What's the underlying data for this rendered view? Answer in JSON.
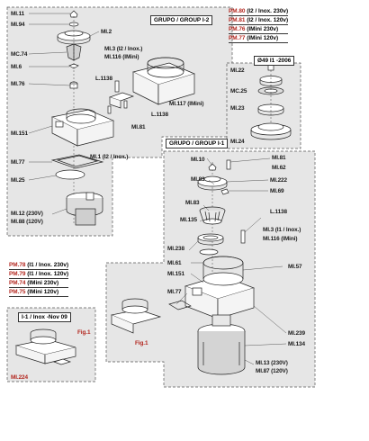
{
  "colors": {
    "panel": "#e6e6e6",
    "dash": "#555555",
    "ink": "#222222",
    "accent_red": "#b3261e"
  },
  "group2": {
    "title": "GRUPO / GROUP I-2",
    "labels": {
      "mi11": "MI.11",
      "mi94": "MI.94",
      "mi2": "MI.2",
      "mc74": "MC.74",
      "mi6": "MI.6",
      "mi76": "MI.76",
      "mi3": "MI.3 (I2 / Inox.)",
      "mi116": "MI.116 (IMini)",
      "l1138": "L.1138",
      "l1138b": "L.1138",
      "mi117": "MI.117 (IMini)",
      "mi81": "MI.81",
      "mi151": "MI.151",
      "mi77": "MI.77",
      "mi1": "MI.1 (I2 / Inox.)",
      "mi25": "MI.25",
      "mi12": "MI.12 (230V)",
      "mi88": "MI.88 (120V)"
    },
    "pm_list": [
      {
        "code": "PM.80",
        "desc": "(I2 / Inox. 230v)"
      },
      {
        "code": "PM.81",
        "desc": "(I2 / Inox. 120v)"
      },
      {
        "code": "PM.76",
        "desc": "(IMini 230v)"
      },
      {
        "code": "PM.77",
        "desc": "(IMini 120v)"
      }
    ]
  },
  "side": {
    "title": "Ø49 I1 -2006",
    "labels": {
      "mi22": "MI.22",
      "mc25": "MC.25",
      "mi23": "MI.23",
      "mi24": "MI.24"
    }
  },
  "group1": {
    "title": "GRUPO / GROUP I-1",
    "labels": {
      "mi10": "MI.10",
      "mi81": "MI.81",
      "mi62": "MI.62",
      "mi83a": "MI.83",
      "mi222": "MI.222",
      "mi69": "MI.69",
      "mi83b": "MI.83",
      "l1138": "L.1138",
      "mi135": "MI.135",
      "mi3": "MI.3 (I1 / Inox.)",
      "mi116": "MI.116 (IMini)",
      "mi238": "MI.238",
      "mi61": "MI.61",
      "mi57": "MI.57",
      "mi151": "MI.151",
      "mi77": "MI.77",
      "mi239": "MI.239",
      "mi134": "MI.134",
      "mi13": "MI.13 (230V)",
      "mi87": "MI.87 (120V)",
      "fig1": "Fig.1"
    },
    "pm_list": [
      {
        "code": "PM.78",
        "desc": "(I1 / Inox. 230v)"
      },
      {
        "code": "PM.79",
        "desc": "(I1 / Inox. 120v)"
      },
      {
        "code": "PM.74",
        "desc": "(IMini 230v)"
      },
      {
        "code": "PM.75",
        "desc": "(IMini 120v)"
      }
    ]
  },
  "inset": {
    "title": "I-1 / Inox -Nov 09",
    "fig": "Fig.1",
    "part": "MI.224"
  }
}
